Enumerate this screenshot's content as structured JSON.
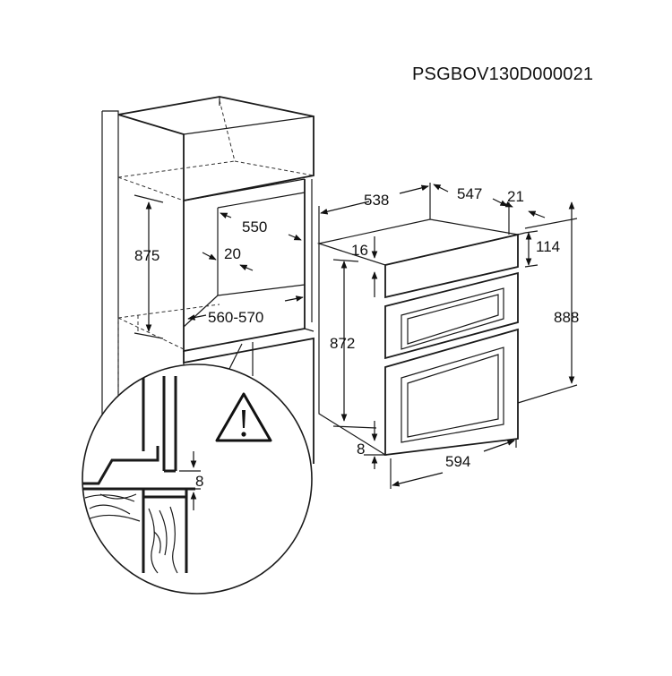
{
  "code": "PSGBOV130D000021",
  "dims": {
    "cab_height": "875",
    "cab_depth": "550",
    "cab_gap": "20",
    "cab_width": "560-570",
    "detail_gap": "8",
    "oven_depth_total": "538",
    "oven_depth_body": "547",
    "oven_front": "21",
    "oven_top_offset": "16",
    "oven_top_panel": "114",
    "oven_body_height": "872",
    "oven_total_height": "888",
    "oven_bottom_offset": "8",
    "oven_width": "594"
  },
  "warning_symbol": "warning-triangle-icon"
}
